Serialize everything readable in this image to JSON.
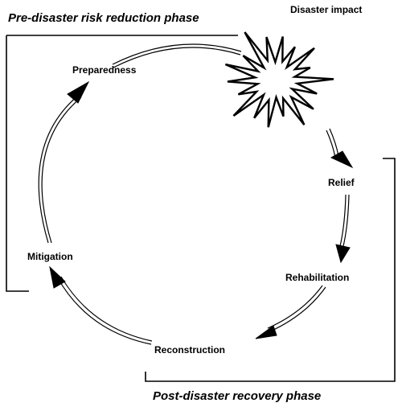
{
  "phases": {
    "pre_disaster": "Pre-disaster risk reduction phase",
    "post_disaster": "Post-disaster recovery phase"
  },
  "event": {
    "label": "Disaster impact",
    "icon": "explosion-icon"
  },
  "stages": {
    "preparedness": "Preparedness",
    "relief": "Relief",
    "rehabilitation": "Rehabilitation",
    "reconstruction": "Reconstruction",
    "mitigation": "Mitigation"
  }
}
